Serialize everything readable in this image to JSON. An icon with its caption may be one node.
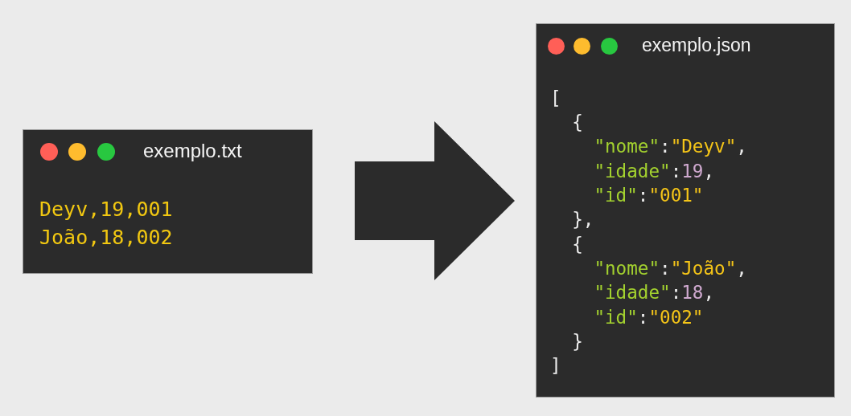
{
  "diagram": {
    "nodes": [
      {
        "text": [
          "exemplo.txt",
          "Deyv,19,001",
          "João,18,002"
        ]
      },
      {
        "text": [
          "exemplo.json",
          "[",
          "{",
          "\"nome\":\"Deyv\",",
          "\"idade\":19,",
          "\"id\":\"001\"",
          "},",
          "{",
          "\"nome\":\"João\",",
          "\"idade\":18,",
          "\"id\":\"002\"",
          "}",
          "]"
        ]
      }
    ],
    "edges": [
      {
        "from": 0,
        "to": 1,
        "arrow": "to"
      }
    ]
  }
}
